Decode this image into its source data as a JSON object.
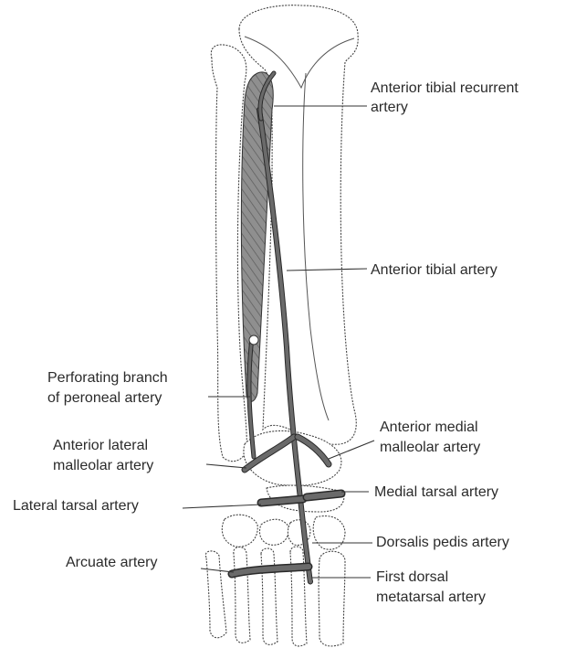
{
  "diagram": {
    "labels": {
      "anterior_tibial_recurrent_line1": "Anterior tibial recurrent",
      "anterior_tibial_recurrent_line2": "artery",
      "anterior_tibial": "Anterior tibial artery",
      "perforating_branch_line1": "Perforating branch",
      "perforating_branch_line2": "of peroneal artery",
      "anterior_lateral_malleolar_line1": "Anterior lateral",
      "anterior_lateral_malleolar_line2": "malleolar artery",
      "anterior_medial_malleolar_line1": "Anterior medial",
      "anterior_medial_malleolar_line2": "malleolar artery",
      "medial_tarsal": "Medial tarsal artery",
      "lateral_tarsal": "Lateral tarsal artery",
      "dorsalis_pedis": "Dorsalis pedis artery",
      "arcuate": "Arcuate artery",
      "first_dorsal_metatarsal_line1": "First dorsal",
      "first_dorsal_metatarsal_line2": "metatarsal artery"
    }
  }
}
